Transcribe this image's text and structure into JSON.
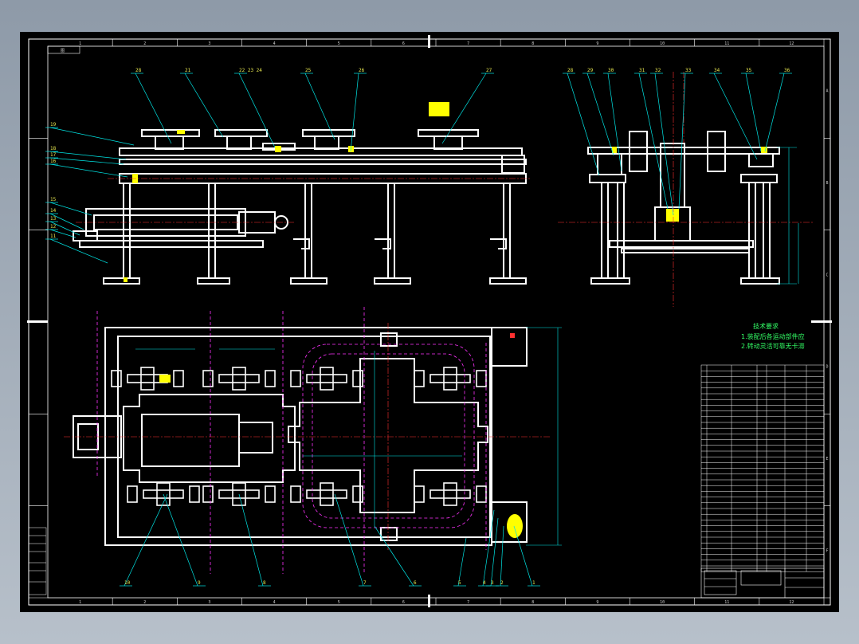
{
  "drawing": {
    "frame_code": "图",
    "top_view_callouts": [
      "28",
      "21",
      "22 23 24",
      "25",
      "26",
      "27"
    ],
    "left_callouts": [
      "19",
      "18",
      "17",
      "16",
      "15",
      "14",
      "13",
      "12",
      "11"
    ],
    "side_view_callouts": [
      "28",
      "29",
      "30",
      "31",
      "32",
      "33",
      "34",
      "35",
      "36"
    ],
    "plan_callouts": [
      "10",
      "9",
      "8",
      "7",
      "6",
      "5",
      "4",
      "3",
      "2",
      "1"
    ],
    "tech_req_title": "技术要求",
    "tech_req_lines": [
      "1.装配后各运动部件应",
      "2.转动灵活可靠无卡滞"
    ],
    "zone_letters_top": [
      "1",
      "2",
      "3",
      "4",
      "5",
      "6",
      "7",
      "8",
      "9",
      "10",
      "11",
      "12"
    ],
    "zone_letters_side": [
      "A",
      "B",
      "C",
      "D",
      "E",
      "F"
    ]
  },
  "colors": {
    "background": "#000000",
    "frame": "#ffffff",
    "leader": "#00e5e5",
    "centerline": "#ff3030",
    "hidden": "#ff33ff",
    "highlight": "#ffff00",
    "note": "#33ff66"
  }
}
